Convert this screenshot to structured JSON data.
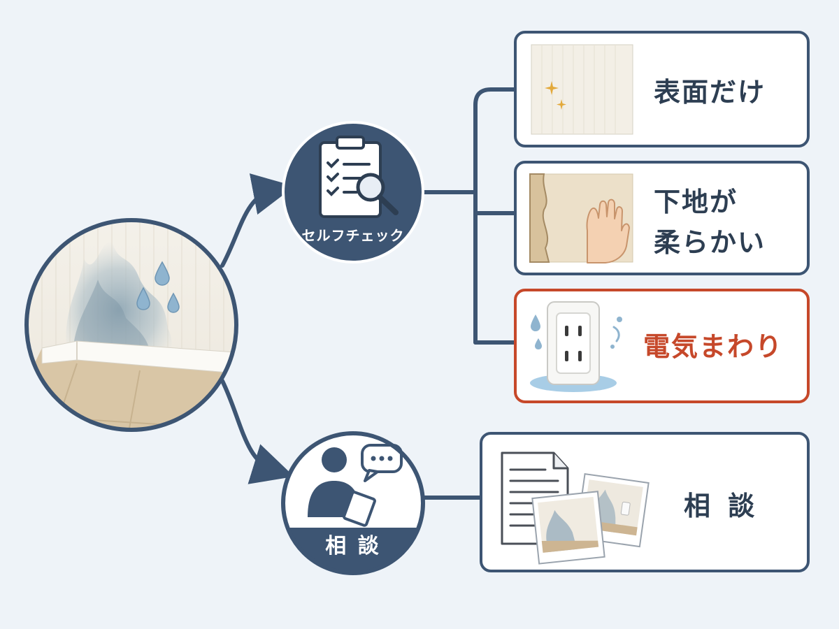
{
  "self_check": {
    "label": "セルフチェック"
  },
  "consult": {
    "label": "相 談"
  },
  "cards": {
    "surface": {
      "label": "表面だけ"
    },
    "soft_line1": "下地が",
    "soft_line2": "柔らかい",
    "electric": {
      "label": "電気まわり"
    },
    "consult": {
      "label": "相 談"
    }
  },
  "colors": {
    "navy": "#3d5573",
    "line": "#3d5573",
    "warning": "#c6482a",
    "background": "#eef3f8"
  }
}
